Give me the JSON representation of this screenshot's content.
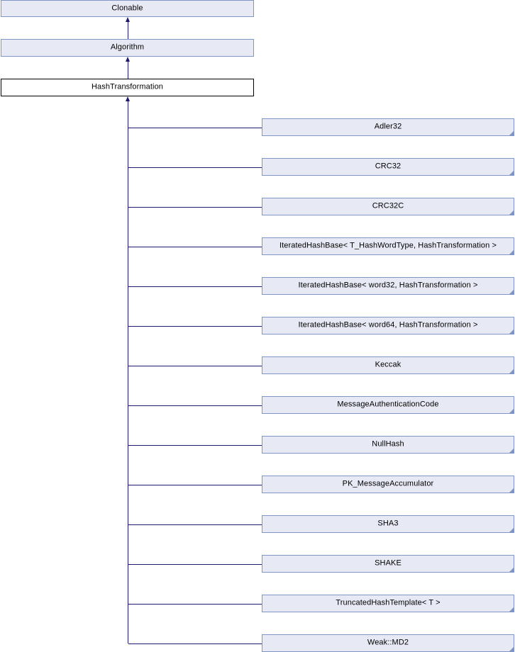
{
  "diagram": {
    "title": "HashTransformation inheritance diagram",
    "type": "class-inheritance",
    "colors": {
      "node_fill": "#e7eaf4",
      "node_border": "#8094c8",
      "root_fill": "#ffffff",
      "root_border": "#000000",
      "edge": "#191970",
      "background": "#ffffff",
      "text": "#000000"
    },
    "ancestors": [
      {
        "label": "Clonable",
        "style": "inherited"
      },
      {
        "label": "Algorithm",
        "style": "inherited"
      },
      {
        "label": "HashTransformation",
        "style": "root"
      }
    ],
    "derived": [
      {
        "label": "Adler32"
      },
      {
        "label": "CRC32"
      },
      {
        "label": "CRC32C"
      },
      {
        "label": "IteratedHashBase< T_HashWordType, HashTransformation >"
      },
      {
        "label": "IteratedHashBase< word32, HashTransformation >"
      },
      {
        "label": "IteratedHashBase< word64, HashTransformation >"
      },
      {
        "label": "Keccak"
      },
      {
        "label": "MessageAuthenticationCode"
      },
      {
        "label": "NullHash"
      },
      {
        "label": "PK_MessageAccumulator"
      },
      {
        "label": "SHA3"
      },
      {
        "label": "SHAKE"
      },
      {
        "label": "TruncatedHashTemplate< T >"
      },
      {
        "label": "Weak::MD2"
      }
    ]
  }
}
